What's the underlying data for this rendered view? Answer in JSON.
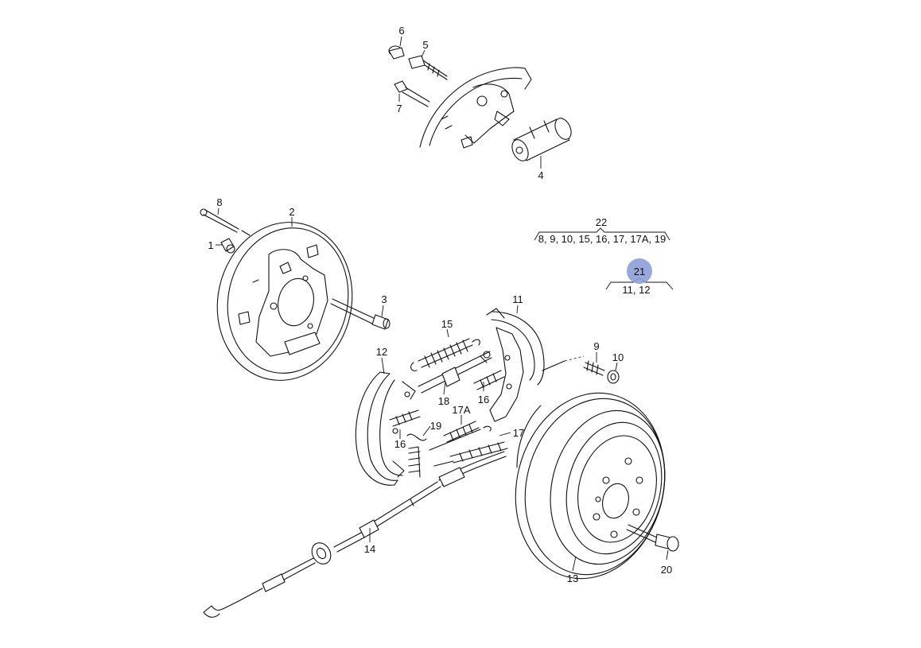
{
  "callouts": {
    "c1": "1",
    "c2": "2",
    "c3": "3",
    "c4": "4",
    "c5": "5",
    "c6": "6",
    "c7": "7",
    "c8": "8",
    "c9": "9",
    "c10": "10",
    "c11": "11",
    "c12": "12",
    "c13": "13",
    "c14": "14",
    "c15": "15",
    "c16a": "16",
    "c16b": "16",
    "c17": "17",
    "c17a": "17A",
    "c18": "18",
    "c19": "19",
    "c20": "20",
    "c21": "21",
    "c22": "22"
  },
  "groups": {
    "kit22_contents": "8, 9, 10, 15, 16, 17, 17A, 19",
    "kit21_contents": "11, 12"
  },
  "highlight": {
    "callout": "21",
    "color": "#8d9fd6"
  }
}
